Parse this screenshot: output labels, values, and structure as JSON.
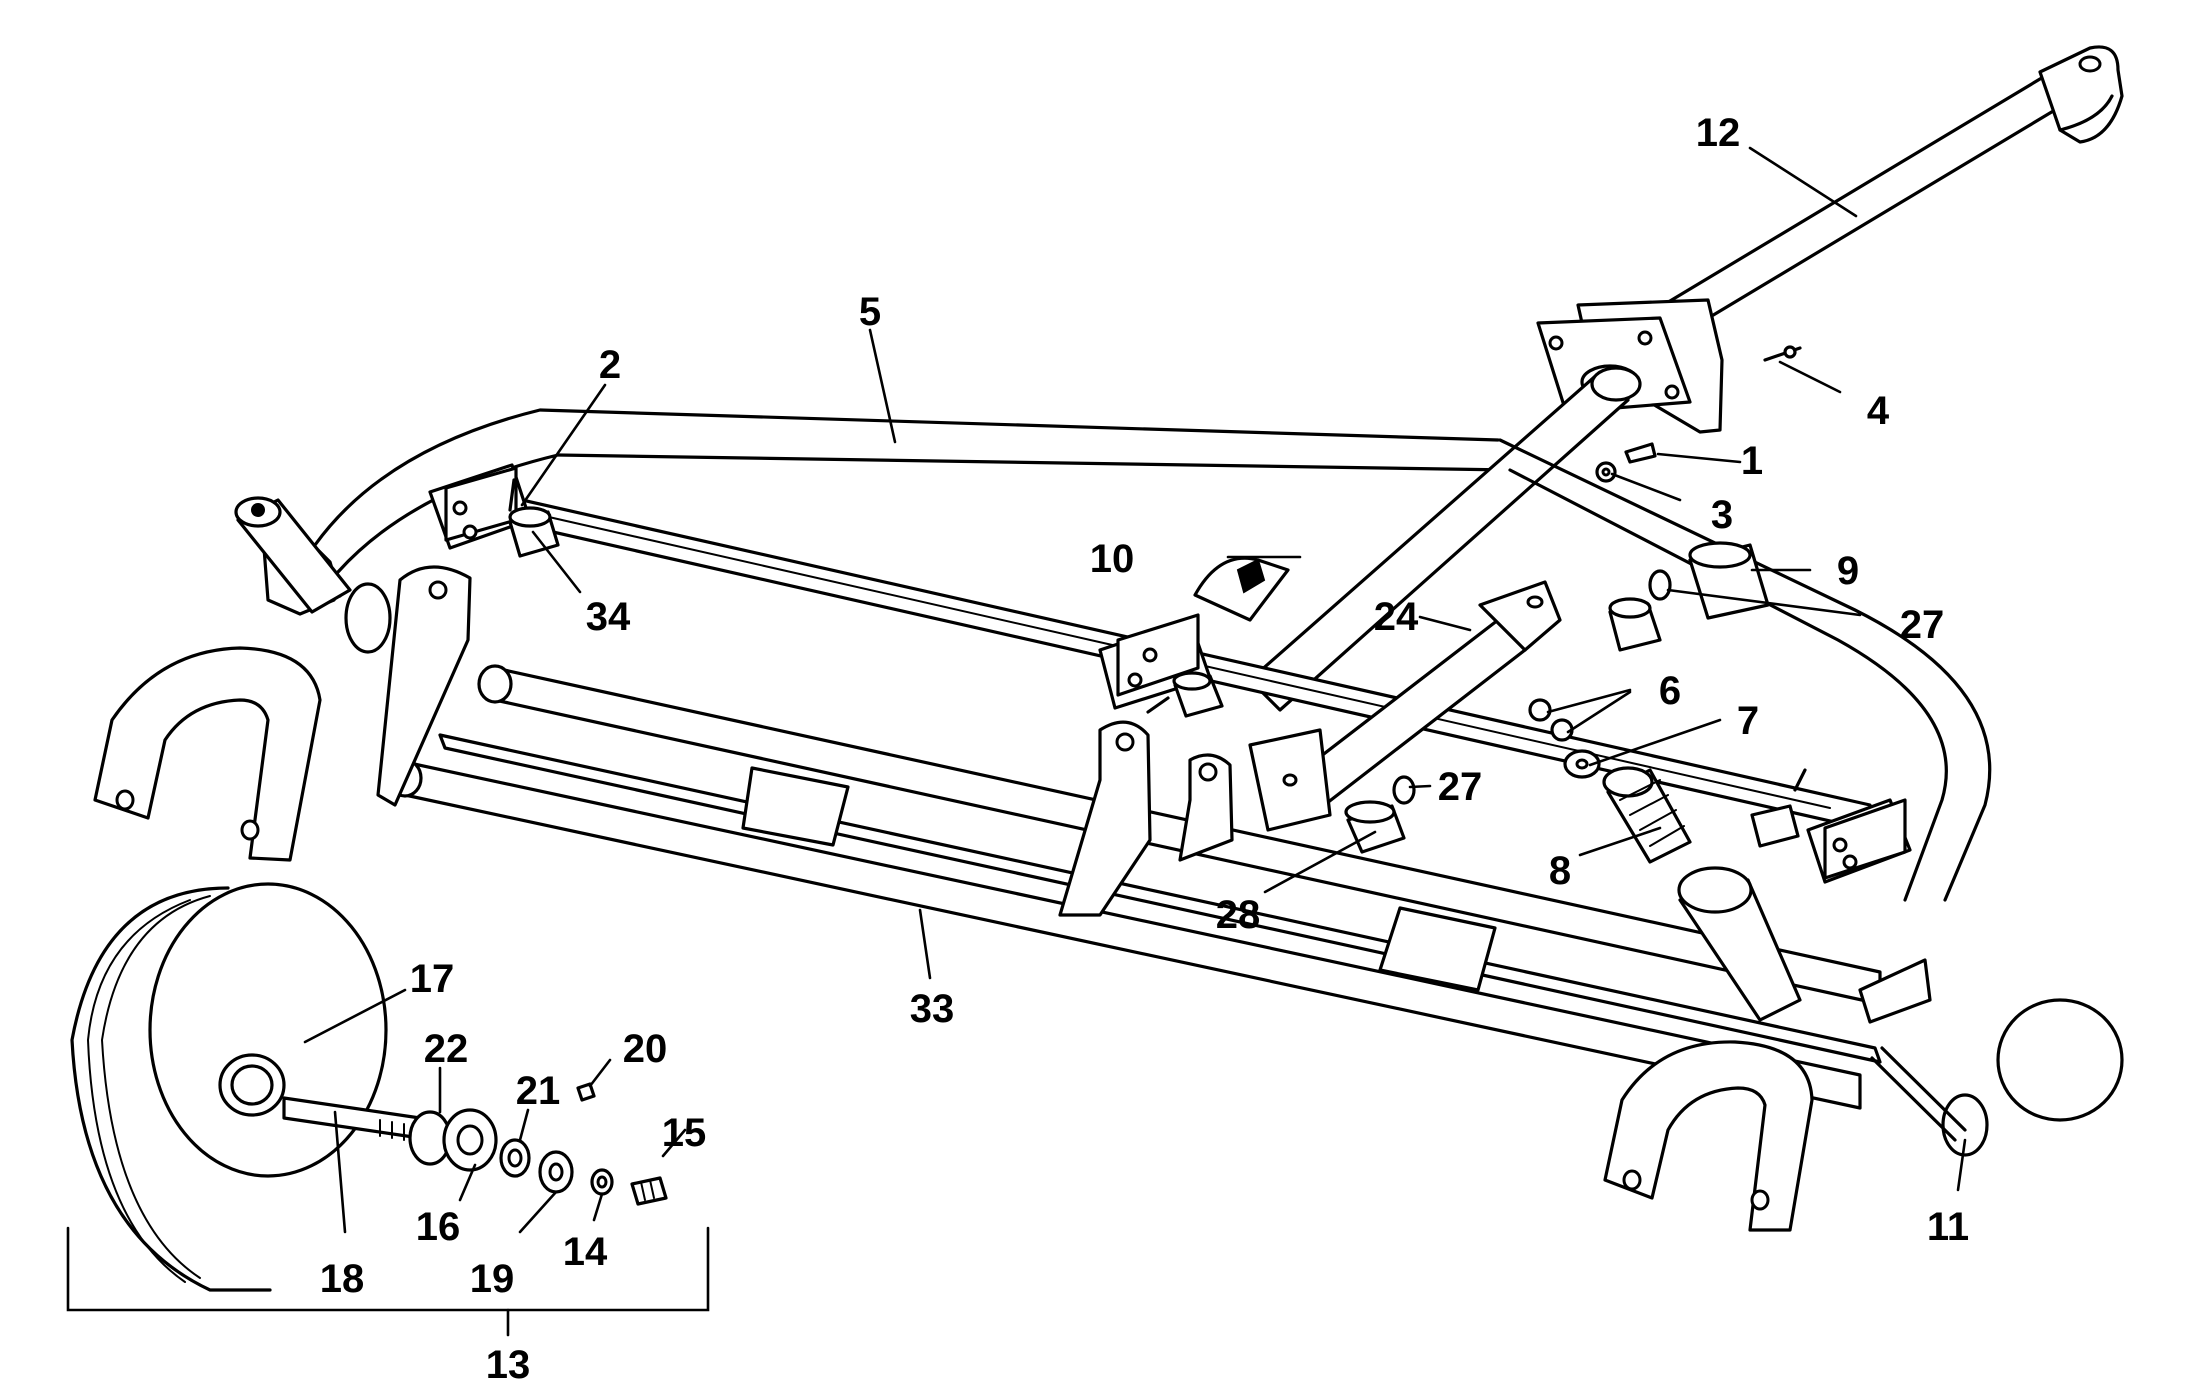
{
  "callouts": [
    {
      "id": "c1",
      "text": "1"
    },
    {
      "id": "c2",
      "text": "2"
    },
    {
      "id": "c3",
      "text": "3"
    },
    {
      "id": "c4",
      "text": "4"
    },
    {
      "id": "c5",
      "text": "5"
    },
    {
      "id": "c6",
      "text": "6"
    },
    {
      "id": "c7",
      "text": "7"
    },
    {
      "id": "c8",
      "text": "8"
    },
    {
      "id": "c9",
      "text": "9"
    },
    {
      "id": "c10",
      "text": "10"
    },
    {
      "id": "c11",
      "text": "11"
    },
    {
      "id": "c12",
      "text": "12"
    },
    {
      "id": "c13",
      "text": "13"
    },
    {
      "id": "c14",
      "text": "14"
    },
    {
      "id": "c15",
      "text": "15"
    },
    {
      "id": "c16",
      "text": "16"
    },
    {
      "id": "c17",
      "text": "17"
    },
    {
      "id": "c18",
      "text": "18"
    },
    {
      "id": "c19",
      "text": "19"
    },
    {
      "id": "c20",
      "text": "20"
    },
    {
      "id": "c21",
      "text": "21"
    },
    {
      "id": "c22",
      "text": "22"
    },
    {
      "id": "c24",
      "text": "24"
    },
    {
      "id": "c27a",
      "text": "27"
    },
    {
      "id": "c27b",
      "text": "27"
    },
    {
      "id": "c28",
      "text": "28"
    },
    {
      "id": "c33",
      "text": "33"
    },
    {
      "id": "c34",
      "text": "34"
    }
  ]
}
